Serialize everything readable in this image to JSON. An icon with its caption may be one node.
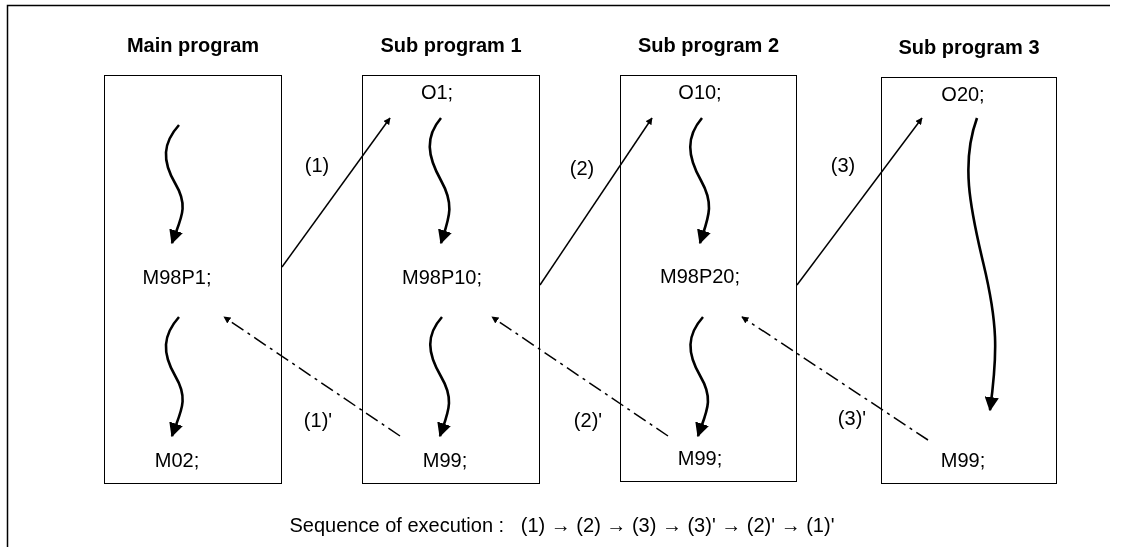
{
  "diagram": {
    "nodes": [
      {
        "text": [
          "Main program"
        ]
      },
      {
        "text": [
          "M98P1;"
        ],
        "in": 0
      },
      {
        "text": [
          "M02;"
        ],
        "in": 0
      },
      {
        "text": [
          "Sub program 1"
        ]
      },
      {
        "text": [
          "O1;"
        ],
        "in": 3
      },
      {
        "text": [
          "M98P10;"
        ],
        "in": 3
      },
      {
        "text": [
          "M99;"
        ],
        "in": 3
      },
      {
        "text": [
          "Sub program 2"
        ]
      },
      {
        "text": [
          "O10;"
        ],
        "in": 7
      },
      {
        "text": [
          "M98P20;"
        ],
        "in": 7
      },
      {
        "text": [
          "M99;"
        ],
        "in": 7
      },
      {
        "text": [
          "Sub program 3"
        ]
      },
      {
        "text": [
          "O20;"
        ],
        "in": 11
      },
      {
        "text": [
          "M99;"
        ],
        "in": 11
      }
    ],
    "edges": [
      {
        "from": null,
        "to": 1,
        "arrow": "to"
      },
      {
        "from": 1,
        "to": 4,
        "arrow": "to",
        "label": "(1)"
      },
      {
        "from": 4,
        "to": 5,
        "arrow": "to"
      },
      {
        "from": 5,
        "to": 8,
        "arrow": "to",
        "label": "(2)"
      },
      {
        "from": 8,
        "to": 9,
        "arrow": "to"
      },
      {
        "from": 9,
        "to": 12,
        "arrow": "to",
        "label": "(3)"
      },
      {
        "from": 12,
        "to": 13,
        "arrow": "to"
      },
      {
        "from": 1,
        "to": 2,
        "arrow": "to"
      },
      {
        "from": 5,
        "to": 6,
        "arrow": "to"
      },
      {
        "from": 9,
        "to": 10,
        "arrow": "to"
      },
      {
        "from": 6,
        "to": 1,
        "arrow": "to",
        "style": "dashed",
        "label": "(1)'"
      },
      {
        "from": 10,
        "to": 5,
        "arrow": "to",
        "style": "dashed",
        "label": "(2)'"
      },
      {
        "from": 13,
        "to": 9,
        "arrow": "to",
        "style": "dashed",
        "label": "(3)'"
      }
    ],
    "labels": [
      "Sequence of execution :   (1) → (2) → (3) → (3)' → (2)' → (1)'"
    ]
  }
}
